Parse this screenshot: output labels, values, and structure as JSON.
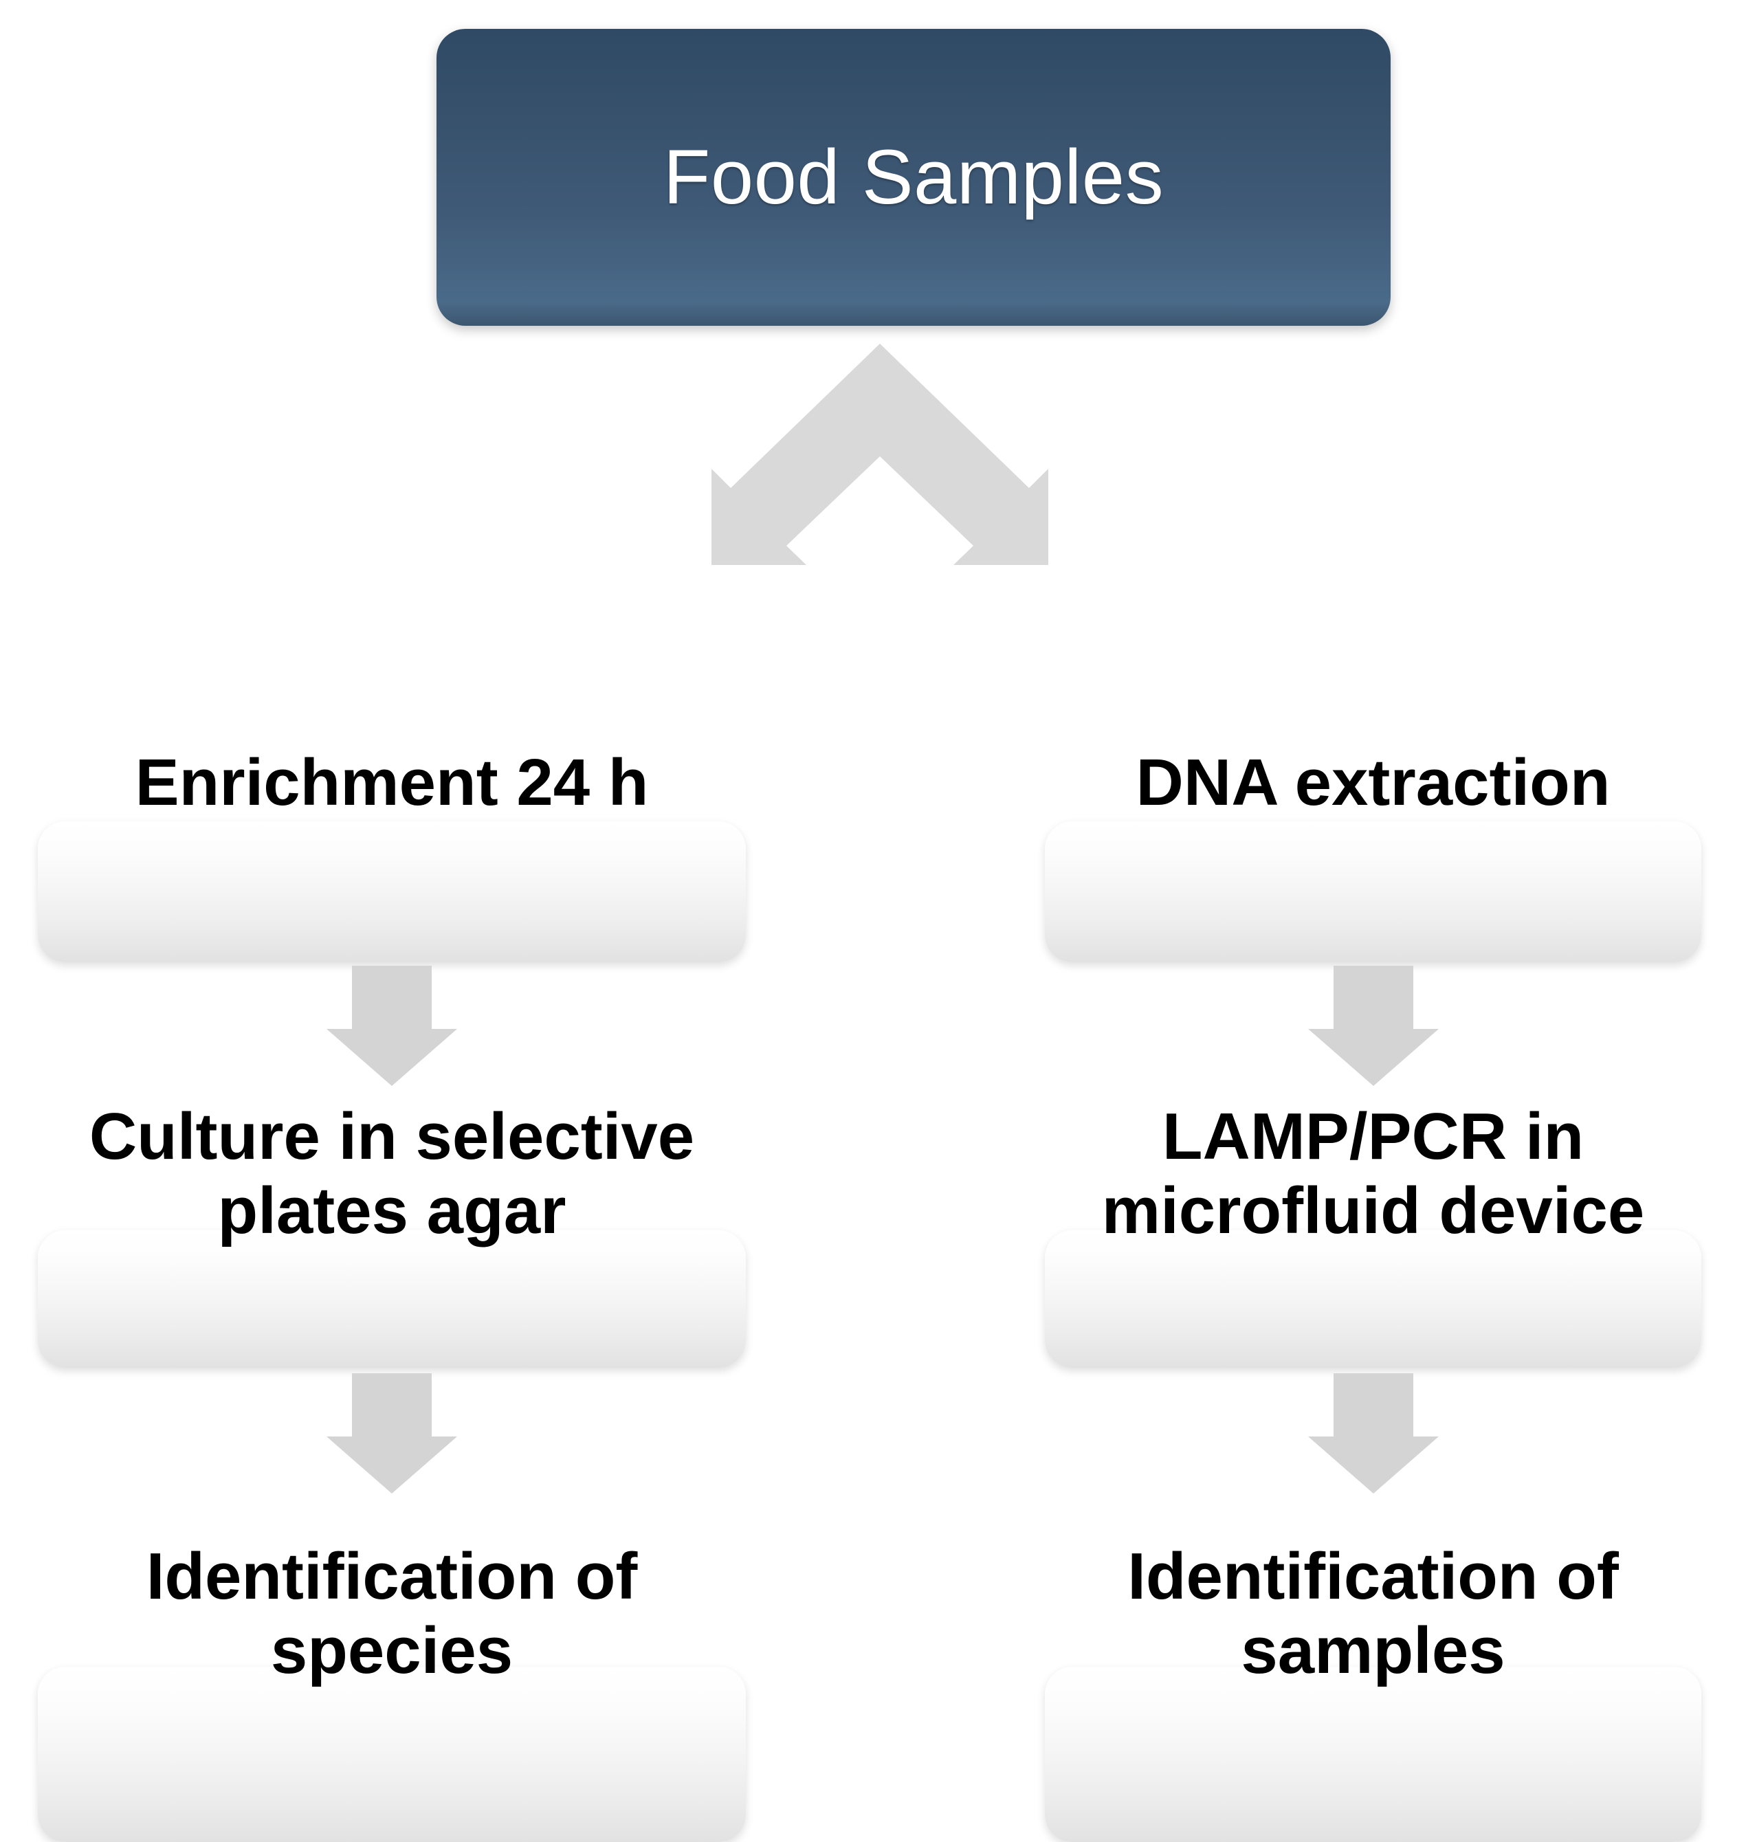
{
  "diagram": {
    "title_node": {
      "label": "Food Samples",
      "fill_top": "#2f4a65",
      "fill_bottom": "#4a6a89",
      "text_color": "#ffffff"
    },
    "connector_color": "#d9d9d9",
    "branches": [
      {
        "side": "left",
        "steps": [
          {
            "label": "Enrichment 24 h"
          },
          {
            "label": "Culture in selective\nplates agar"
          },
          {
            "label": "Identification of\nspecies"
          }
        ]
      },
      {
        "side": "right",
        "steps": [
          {
            "label": "DNA extraction"
          },
          {
            "label": "LAMP/PCR in\nmicrofluid device"
          },
          {
            "label": "Identification of\nsamples"
          }
        ]
      }
    ],
    "connectors": {
      "split_arrow": "split-arrow-down-left-right",
      "down_arrow": "arrow-down"
    }
  }
}
